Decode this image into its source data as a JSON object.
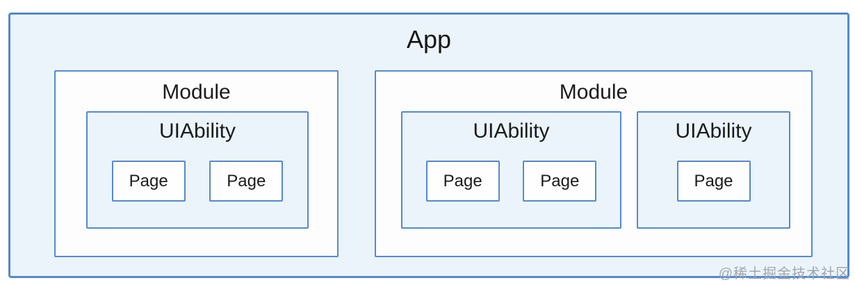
{
  "app": {
    "label": "App",
    "modules": [
      {
        "label": "Module",
        "uiabilities": [
          {
            "label": "UIAbility",
            "pages": [
              {
                "label": "Page"
              },
              {
                "label": "Page"
              }
            ]
          }
        ]
      },
      {
        "label": "Module",
        "uiabilities": [
          {
            "label": "UIAbility",
            "pages": [
              {
                "label": "Page"
              },
              {
                "label": "Page"
              }
            ]
          },
          {
            "label": "UIAbility",
            "pages": [
              {
                "label": "Page"
              }
            ]
          }
        ]
      }
    ]
  },
  "watermark": {
    "label": "@稀土掘金技术社区"
  },
  "colors": {
    "border_blue": "#5489d0",
    "fill_light_blue": "#ebf4fb",
    "fill_white": "#fdfdfe",
    "text_dark": "#1b1b1b",
    "watermark_gray": "#a2a7ad",
    "page_background": "#ffffff"
  }
}
